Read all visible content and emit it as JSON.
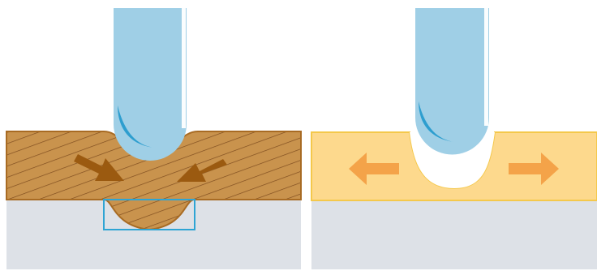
{
  "diagram": {
    "panels": [
      {
        "id": "left",
        "material": "striped-tan-layer",
        "tool": "blue-rounded-punch",
        "substrate": "gray-base",
        "feature": "blue-outlined-recess",
        "arrows": [
          {
            "direction": "inward-from-left",
            "color": "#9b5a10"
          },
          {
            "direction": "inward-from-right",
            "color": "#9b5a10"
          }
        ]
      },
      {
        "id": "right",
        "material": "light-orange-layer",
        "tool": "blue-rounded-punch",
        "substrate": "gray-base",
        "feature": "u-shaped-indentation",
        "arrows": [
          {
            "direction": "outward-left",
            "color": "#f4a349"
          },
          {
            "direction": "outward-right",
            "color": "#f4a349"
          }
        ]
      }
    ],
    "colors": {
      "tool_fill": "#9fcfe6",
      "tool_stroke": "#6fb9dc",
      "tool_shadow": "#2d9ecf",
      "tan_fill": "#c9934d",
      "tan_stroke": "#a86b23",
      "hatch": "#7d4b1e",
      "orange_fill": "#fdd98d",
      "orange_stroke": "#f4c84b",
      "gray": "#dde1e7",
      "recess_stroke": "#2ea4d4",
      "arrow_dark": "#9b5a10",
      "arrow_light": "#f4a349"
    }
  }
}
